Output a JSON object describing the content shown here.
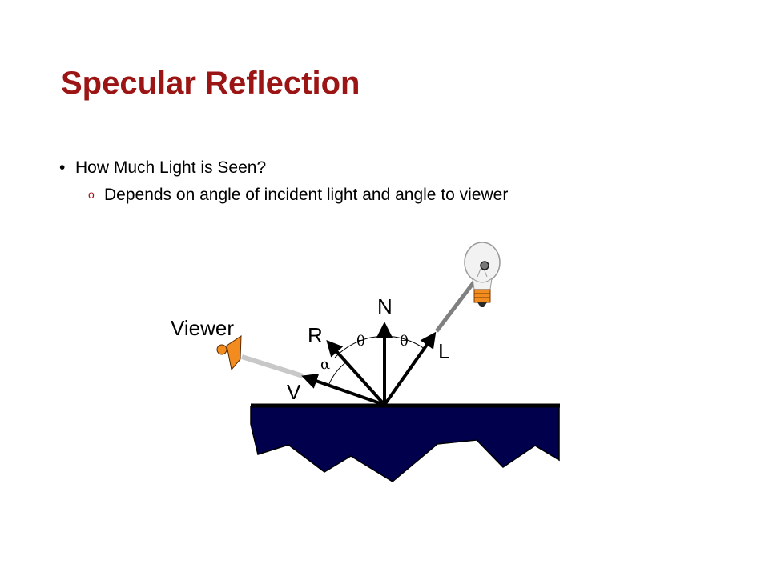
{
  "slide": {
    "title": "Specular Reflection",
    "bullets": [
      {
        "marker": "•",
        "text": "How Much Light is Seen?"
      },
      {
        "marker": "o",
        "text": "Depends on angle of incident light and angle to viewer"
      }
    ]
  },
  "diagram": {
    "labels": {
      "viewer": "Viewer",
      "normal": "N",
      "reflected": "R",
      "light": "L",
      "view": "V",
      "theta_left": "θ",
      "theta_right": "θ",
      "alpha": "α"
    },
    "colors": {
      "title": "#9b1515",
      "surface": "#00004d",
      "viewer_body": "#f28c1e",
      "bulb_base": "#f28c1e"
    },
    "icons": [
      "eye-viewer-icon",
      "light-bulb-icon"
    ]
  }
}
